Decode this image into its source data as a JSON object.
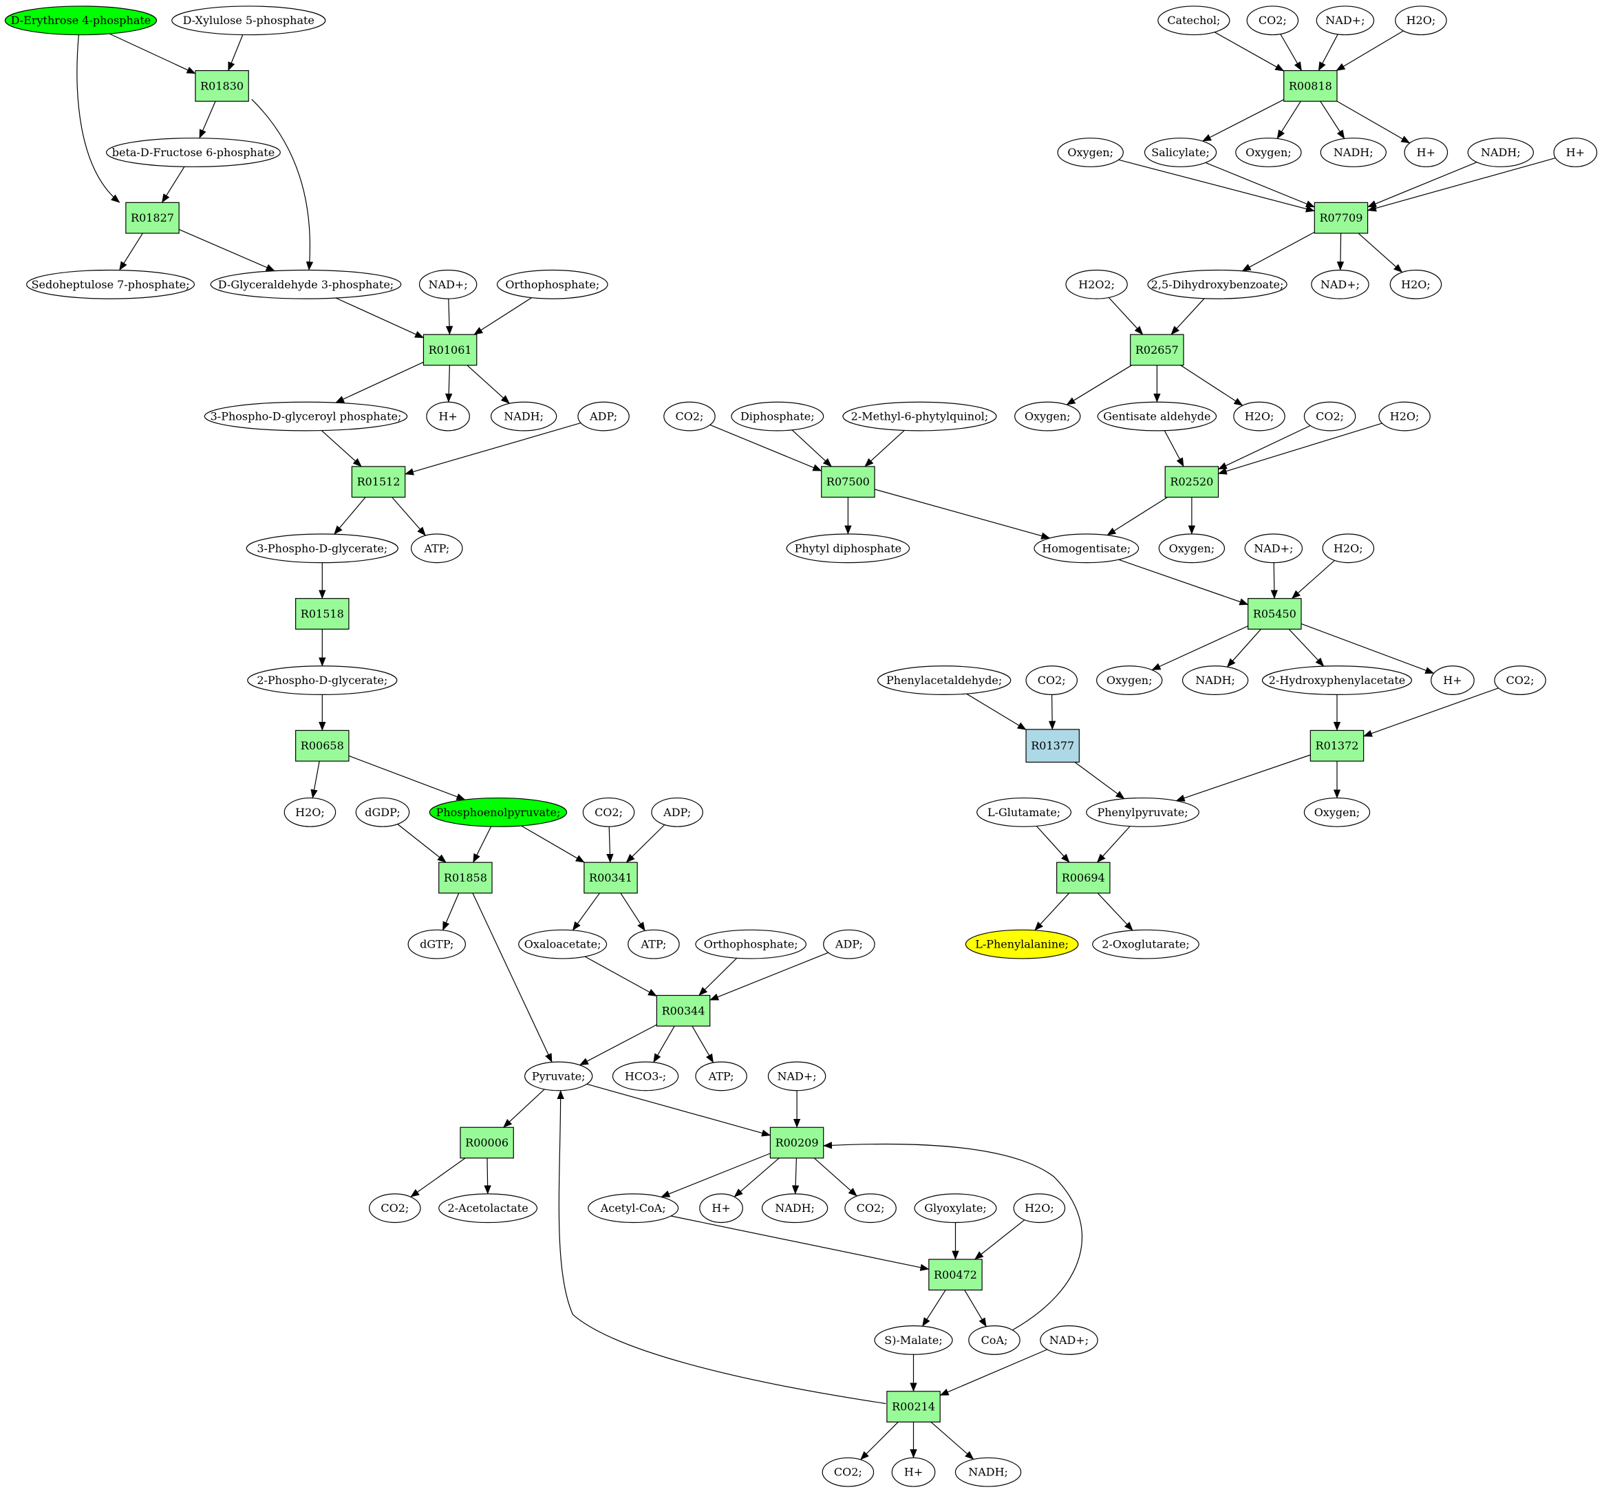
{
  "colors": {
    "reaction": "#98fb98",
    "reaction_alt": "#add8e6",
    "compound": "#ffffff",
    "source": "#00ff00",
    "target": "#ffff00",
    "stroke": "#000000"
  },
  "nodes": [
    {
      "id": "c_ery4p",
      "label": "D-Erythrose 4-phosphate",
      "kind": "compound",
      "fill": "source"
    },
    {
      "id": "c_xyl5p",
      "label": "D-Xylulose 5-phosphate",
      "kind": "compound"
    },
    {
      "id": "r_01830",
      "label": "R01830",
      "kind": "reaction"
    },
    {
      "id": "c_fru6p",
      "label": "beta-D-Fructose 6-phosphate",
      "kind": "compound"
    },
    {
      "id": "r_01827",
      "label": "R01827",
      "kind": "reaction"
    },
    {
      "id": "c_sed7p",
      "label": "Sedoheptulose 7-phosphate;",
      "kind": "compound"
    },
    {
      "id": "c_g3p",
      "label": "D-Glyceraldehyde 3-phosphate;",
      "kind": "compound"
    },
    {
      "id": "c_nad_1",
      "label": "NAD+;",
      "kind": "compound"
    },
    {
      "id": "c_pi_1",
      "label": "Orthophosphate;",
      "kind": "compound"
    },
    {
      "id": "r_01061",
      "label": "R01061",
      "kind": "reaction"
    },
    {
      "id": "c_bpg",
      "label": "3-Phospho-D-glyceroyl phosphate;",
      "kind": "compound"
    },
    {
      "id": "c_h_1",
      "label": "H+",
      "kind": "compound"
    },
    {
      "id": "c_nadh_1",
      "label": "NADH;",
      "kind": "compound"
    },
    {
      "id": "c_adp_1",
      "label": "ADP;",
      "kind": "compound"
    },
    {
      "id": "r_01512",
      "label": "R01512",
      "kind": "reaction"
    },
    {
      "id": "c_3pg",
      "label": "3-Phospho-D-glycerate;",
      "kind": "compound"
    },
    {
      "id": "c_atp_1",
      "label": "ATP;",
      "kind": "compound"
    },
    {
      "id": "r_01518",
      "label": "R01518",
      "kind": "reaction"
    },
    {
      "id": "c_2pg",
      "label": "2-Phospho-D-glycerate;",
      "kind": "compound"
    },
    {
      "id": "r_00658",
      "label": "R00658",
      "kind": "reaction"
    },
    {
      "id": "c_h2o_1",
      "label": "H2O;",
      "kind": "compound"
    },
    {
      "id": "c_dgdp",
      "label": "dGDP;",
      "kind": "compound"
    },
    {
      "id": "c_pep",
      "label": "Phosphoenolpyruvate;",
      "kind": "compound",
      "fill": "source"
    },
    {
      "id": "c_co2_1",
      "label": "CO2;",
      "kind": "compound"
    },
    {
      "id": "c_adp_2",
      "label": "ADP;",
      "kind": "compound"
    },
    {
      "id": "r_01858",
      "label": "R01858",
      "kind": "reaction"
    },
    {
      "id": "r_00341",
      "label": "R00341",
      "kind": "reaction"
    },
    {
      "id": "c_dgtp",
      "label": "dGTP;",
      "kind": "compound"
    },
    {
      "id": "c_oaa",
      "label": "Oxaloacetate;",
      "kind": "compound"
    },
    {
      "id": "c_atp_2",
      "label": "ATP;",
      "kind": "compound"
    },
    {
      "id": "c_pi_2",
      "label": "Orthophosphate;",
      "kind": "compound"
    },
    {
      "id": "c_adp_3",
      "label": "ADP;",
      "kind": "compound"
    },
    {
      "id": "r_00344",
      "label": "R00344",
      "kind": "reaction"
    },
    {
      "id": "c_pyr",
      "label": "Pyruvate;",
      "kind": "compound"
    },
    {
      "id": "c_hco3",
      "label": "HCO3-;",
      "kind": "compound"
    },
    {
      "id": "c_atp_3",
      "label": "ATP;",
      "kind": "compound"
    },
    {
      "id": "c_nad_2",
      "label": "NAD+;",
      "kind": "compound"
    },
    {
      "id": "r_00006",
      "label": "R00006",
      "kind": "reaction"
    },
    {
      "id": "r_00209",
      "label": "R00209",
      "kind": "reaction"
    },
    {
      "id": "c_co2_2",
      "label": "CO2;",
      "kind": "compound"
    },
    {
      "id": "c_acl",
      "label": "2-Acetolactate",
      "kind": "compound"
    },
    {
      "id": "c_accoa",
      "label": "Acetyl-CoA;",
      "kind": "compound"
    },
    {
      "id": "c_h_2",
      "label": "H+",
      "kind": "compound"
    },
    {
      "id": "c_nadh_2",
      "label": "NADH;",
      "kind": "compound"
    },
    {
      "id": "c_co2_3",
      "label": "CO2;",
      "kind": "compound"
    },
    {
      "id": "c_glx",
      "label": "Glyoxylate;",
      "kind": "compound"
    },
    {
      "id": "c_h2o_2",
      "label": "H2O;",
      "kind": "compound"
    },
    {
      "id": "r_00472",
      "label": "R00472",
      "kind": "reaction"
    },
    {
      "id": "c_mal",
      "label": "S)-Malate;",
      "kind": "compound"
    },
    {
      "id": "c_coa",
      "label": "CoA;",
      "kind": "compound"
    },
    {
      "id": "c_nad_3",
      "label": "NAD+;",
      "kind": "compound"
    },
    {
      "id": "r_00214",
      "label": "R00214",
      "kind": "reaction"
    },
    {
      "id": "c_co2_4",
      "label": "CO2;",
      "kind": "compound"
    },
    {
      "id": "c_h_3",
      "label": "H+",
      "kind": "compound"
    },
    {
      "id": "c_nadh_3",
      "label": "NADH;",
      "kind": "compound"
    },
    {
      "id": "c_cat",
      "label": "Catechol;",
      "kind": "compound"
    },
    {
      "id": "c_co2_5",
      "label": "CO2;",
      "kind": "compound"
    },
    {
      "id": "c_nad_4",
      "label": "NAD+;",
      "kind": "compound"
    },
    {
      "id": "c_h2o_3",
      "label": "H2O;",
      "kind": "compound"
    },
    {
      "id": "r_00818",
      "label": "R00818",
      "kind": "reaction"
    },
    {
      "id": "c_o2_1",
      "label": "Oxygen;",
      "kind": "compound"
    },
    {
      "id": "c_sal",
      "label": "Salicylate;",
      "kind": "compound"
    },
    {
      "id": "c_o2_2",
      "label": "Oxygen;",
      "kind": "compound"
    },
    {
      "id": "c_nadh_4",
      "label": "NADH;",
      "kind": "compound"
    },
    {
      "id": "c_h_4",
      "label": "H+",
      "kind": "compound"
    },
    {
      "id": "c_nadh_5",
      "label": "NADH;",
      "kind": "compound"
    },
    {
      "id": "c_h_5",
      "label": "H+",
      "kind": "compound"
    },
    {
      "id": "r_07709",
      "label": "R07709",
      "kind": "reaction"
    },
    {
      "id": "c_h2o2",
      "label": "H2O2;",
      "kind": "compound"
    },
    {
      "id": "c_25dhb",
      "label": "2,5-Dihydroxybenzoate;",
      "kind": "compound"
    },
    {
      "id": "c_nad_5",
      "label": "NAD+;",
      "kind": "compound"
    },
    {
      "id": "c_h2o_4",
      "label": "H2O;",
      "kind": "compound"
    },
    {
      "id": "r_02657",
      "label": "R02657",
      "kind": "reaction"
    },
    {
      "id": "c_o2_3",
      "label": "Oxygen;",
      "kind": "compound"
    },
    {
      "id": "c_gald",
      "label": "Gentisate aldehyde",
      "kind": "compound"
    },
    {
      "id": "c_h2o_5",
      "label": "H2O;",
      "kind": "compound"
    },
    {
      "id": "c_co2_6",
      "label": "CO2;",
      "kind": "compound"
    },
    {
      "id": "c_h2o_6",
      "label": "H2O;",
      "kind": "compound"
    },
    {
      "id": "c_co2_7",
      "label": "CO2;",
      "kind": "compound"
    },
    {
      "id": "c_ppi",
      "label": "Diphosphate;",
      "kind": "compound"
    },
    {
      "id": "c_mpq",
      "label": "2-Methyl-6-phytylquinol;",
      "kind": "compound"
    },
    {
      "id": "r_07500",
      "label": "R07500",
      "kind": "reaction"
    },
    {
      "id": "r_02520",
      "label": "R02520",
      "kind": "reaction"
    },
    {
      "id": "c_phydp",
      "label": "Phytyl diphosphate",
      "kind": "compound"
    },
    {
      "id": "c_hga",
      "label": "Homogentisate;",
      "kind": "compound"
    },
    {
      "id": "c_o2_4",
      "label": "Oxygen;",
      "kind": "compound"
    },
    {
      "id": "c_nad_6",
      "label": "NAD+;",
      "kind": "compound"
    },
    {
      "id": "c_h2o_7",
      "label": "H2O;",
      "kind": "compound"
    },
    {
      "id": "r_05450",
      "label": "R05450",
      "kind": "reaction"
    },
    {
      "id": "c_phald",
      "label": "Phenylacetaldehyde;",
      "kind": "compound"
    },
    {
      "id": "c_co2_8",
      "label": "CO2;",
      "kind": "compound"
    },
    {
      "id": "c_o2_5",
      "label": "Oxygen;",
      "kind": "compound"
    },
    {
      "id": "c_nadh_6",
      "label": "NADH;",
      "kind": "compound"
    },
    {
      "id": "c_2hpa",
      "label": "2-Hydroxyphenylacetate",
      "kind": "compound"
    },
    {
      "id": "c_h_6",
      "label": "H+",
      "kind": "compound"
    },
    {
      "id": "c_co2_9",
      "label": "CO2;",
      "kind": "compound"
    },
    {
      "id": "r_01377",
      "label": "R01377",
      "kind": "reaction",
      "fill": "reaction_alt"
    },
    {
      "id": "r_01372",
      "label": "R01372",
      "kind": "reaction"
    },
    {
      "id": "c_glu",
      "label": "L-Glutamate;",
      "kind": "compound"
    },
    {
      "id": "c_ppyr",
      "label": "Phenylpyruvate;",
      "kind": "compound"
    },
    {
      "id": "c_o2_6",
      "label": "Oxygen;",
      "kind": "compound"
    },
    {
      "id": "r_00694",
      "label": "R00694",
      "kind": "reaction"
    },
    {
      "id": "c_phe",
      "label": "L-Phenylalanine;",
      "kind": "compound",
      "fill": "target"
    },
    {
      "id": "c_akg",
      "label": "2-Oxoglutarate;",
      "kind": "compound"
    }
  ],
  "edges": [
    [
      "c_ery4p",
      "r_01830"
    ],
    [
      "c_xyl5p",
      "r_01830"
    ],
    [
      "c_ery4p",
      "r_01827"
    ],
    [
      "r_01830",
      "c_fru6p"
    ],
    [
      "r_01830",
      "c_g3p"
    ],
    [
      "c_fru6p",
      "r_01827"
    ],
    [
      "r_01827",
      "c_sed7p"
    ],
    [
      "r_01827",
      "c_g3p"
    ],
    [
      "c_g3p",
      "r_01061"
    ],
    [
      "c_nad_1",
      "r_01061"
    ],
    [
      "c_pi_1",
      "r_01061"
    ],
    [
      "r_01061",
      "c_bpg"
    ],
    [
      "r_01061",
      "c_h_1"
    ],
    [
      "r_01061",
      "c_nadh_1"
    ],
    [
      "c_bpg",
      "r_01512"
    ],
    [
      "c_adp_1",
      "r_01512"
    ],
    [
      "r_01512",
      "c_3pg"
    ],
    [
      "r_01512",
      "c_atp_1"
    ],
    [
      "c_3pg",
      "r_01518"
    ],
    [
      "r_01518",
      "c_2pg"
    ],
    [
      "c_2pg",
      "r_00658"
    ],
    [
      "r_00658",
      "c_h2o_1"
    ],
    [
      "r_00658",
      "c_pep"
    ],
    [
      "c_dgdp",
      "r_01858"
    ],
    [
      "c_pep",
      "r_01858"
    ],
    [
      "c_pep",
      "r_00341"
    ],
    [
      "c_co2_1",
      "r_00341"
    ],
    [
      "c_adp_2",
      "r_00341"
    ],
    [
      "r_01858",
      "c_dgtp"
    ],
    [
      "r_01858",
      "c_pyr"
    ],
    [
      "r_00341",
      "c_oaa"
    ],
    [
      "r_00341",
      "c_atp_2"
    ],
    [
      "c_oaa",
      "r_00344"
    ],
    [
      "c_pi_2",
      "r_00344"
    ],
    [
      "c_adp_3",
      "r_00344"
    ],
    [
      "r_00344",
      "c_pyr"
    ],
    [
      "r_00344",
      "c_hco3"
    ],
    [
      "r_00344",
      "c_atp_3"
    ],
    [
      "c_pyr",
      "r_00006"
    ],
    [
      "c_pyr",
      "r_00209"
    ],
    [
      "c_nad_2",
      "r_00209"
    ],
    [
      "r_00006",
      "c_co2_2"
    ],
    [
      "r_00006",
      "c_acl"
    ],
    [
      "r_00209",
      "c_accoa"
    ],
    [
      "r_00209",
      "c_h_2"
    ],
    [
      "r_00209",
      "c_nadh_2"
    ],
    [
      "r_00209",
      "c_co2_3"
    ],
    [
      "c_accoa",
      "r_00472"
    ],
    [
      "c_glx",
      "r_00472"
    ],
    [
      "c_h2o_2",
      "r_00472"
    ],
    [
      "r_00472",
      "c_mal"
    ],
    [
      "r_00472",
      "c_coa"
    ],
    [
      "c_coa",
      "r_00209"
    ],
    [
      "c_mal",
      "r_00214"
    ],
    [
      "c_nad_3",
      "r_00214"
    ],
    [
      "r_00214",
      "c_co2_4"
    ],
    [
      "r_00214",
      "c_h_3"
    ],
    [
      "r_00214",
      "c_nadh_3"
    ],
    [
      "r_00214",
      "c_pyr"
    ],
    [
      "c_cat",
      "r_00818"
    ],
    [
      "c_co2_5",
      "r_00818"
    ],
    [
      "c_nad_4",
      "r_00818"
    ],
    [
      "c_h2o_3",
      "r_00818"
    ],
    [
      "r_00818",
      "c_sal"
    ],
    [
      "r_00818",
      "c_o2_2"
    ],
    [
      "r_00818",
      "c_nadh_4"
    ],
    [
      "r_00818",
      "c_h_4"
    ],
    [
      "c_o2_1",
      "r_07709"
    ],
    [
      "c_sal",
      "r_07709"
    ],
    [
      "c_nadh_5",
      "r_07709"
    ],
    [
      "c_h_5",
      "r_07709"
    ],
    [
      "r_07709",
      "c_25dhb"
    ],
    [
      "r_07709",
      "c_nad_5"
    ],
    [
      "r_07709",
      "c_h2o_4"
    ],
    [
      "c_h2o2",
      "r_02657"
    ],
    [
      "c_25dhb",
      "r_02657"
    ],
    [
      "r_02657",
      "c_o2_3"
    ],
    [
      "r_02657",
      "c_gald"
    ],
    [
      "r_02657",
      "c_h2o_5"
    ],
    [
      "c_gald",
      "r_02520"
    ],
    [
      "c_co2_6",
      "r_02520"
    ],
    [
      "c_h2o_6",
      "r_02520"
    ],
    [
      "c_co2_7",
      "r_07500"
    ],
    [
      "c_ppi",
      "r_07500"
    ],
    [
      "c_mpq",
      "r_07500"
    ],
    [
      "r_07500",
      "c_phydp"
    ],
    [
      "r_07500",
      "c_hga"
    ],
    [
      "r_02520",
      "c_hga"
    ],
    [
      "r_02520",
      "c_o2_4"
    ],
    [
      "c_hga",
      "r_05450"
    ],
    [
      "c_nad_6",
      "r_05450"
    ],
    [
      "c_h2o_7",
      "r_05450"
    ],
    [
      "r_05450",
      "c_o2_5"
    ],
    [
      "r_05450",
      "c_nadh_6"
    ],
    [
      "r_05450",
      "c_2hpa"
    ],
    [
      "r_05450",
      "c_h_6"
    ],
    [
      "c_phald",
      "r_01377"
    ],
    [
      "c_co2_8",
      "r_01377"
    ],
    [
      "r_01377",
      "c_ppyr"
    ],
    [
      "c_2hpa",
      "r_01372"
    ],
    [
      "c_co2_9",
      "r_01372"
    ],
    [
      "r_01372",
      "c_ppyr"
    ],
    [
      "r_01372",
      "c_o2_6"
    ],
    [
      "c_glu",
      "r_00694"
    ],
    [
      "c_ppyr",
      "r_00694"
    ],
    [
      "r_00694",
      "c_phe"
    ],
    [
      "r_00694",
      "c_akg"
    ]
  ]
}
